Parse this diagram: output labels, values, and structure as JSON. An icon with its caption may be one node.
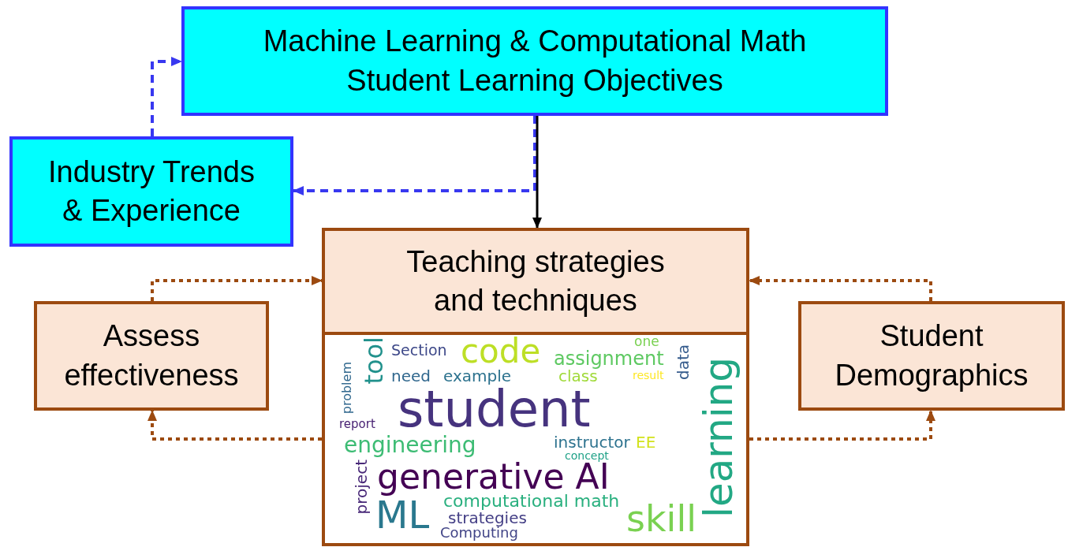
{
  "diagram": {
    "nodes": [
      {
        "text": [
          "Machine Learning & Computational Math Student Learning Objectives"
        ]
      },
      {
        "text": [
          "Industry Trends & Experience"
        ]
      },
      {
        "text": [
          "Teaching strategies and techniques"
        ]
      },
      {
        "text": [
          "problem",
          "tool",
          "Section",
          "code",
          "one",
          "assignment",
          "data",
          "need",
          "example",
          "class",
          "result",
          "learning",
          "report",
          "student",
          "engineering",
          "instructor",
          "EE",
          "concept",
          "project",
          "generative AI",
          "ML",
          "computational math",
          "strategies",
          "Computing",
          "skill"
        ]
      },
      {
        "text": [
          "Assess effectiveness"
        ]
      },
      {
        "text": [
          "Student Demographics"
        ]
      }
    ],
    "edges": [
      {
        "from": 1,
        "to": 0,
        "arrow": "to",
        "style": "dashed",
        "color": "#3838f0"
      },
      {
        "from": 0,
        "to": 1,
        "arrow": "to",
        "style": "dashed",
        "color": "#3838f0"
      },
      {
        "from": 0,
        "to": 2,
        "arrow": "to",
        "color": "#000000"
      },
      {
        "from": 4,
        "to": 2,
        "arrow": "to",
        "style": "dashed"
      },
      {
        "from": 5,
        "to": 2,
        "arrow": "to",
        "style": "dashed"
      },
      {
        "from": 3,
        "to": 4,
        "arrow": "to",
        "style": "dashed"
      },
      {
        "from": 3,
        "to": 5,
        "arrow": "to",
        "style": "dashed"
      }
    ]
  }
}
